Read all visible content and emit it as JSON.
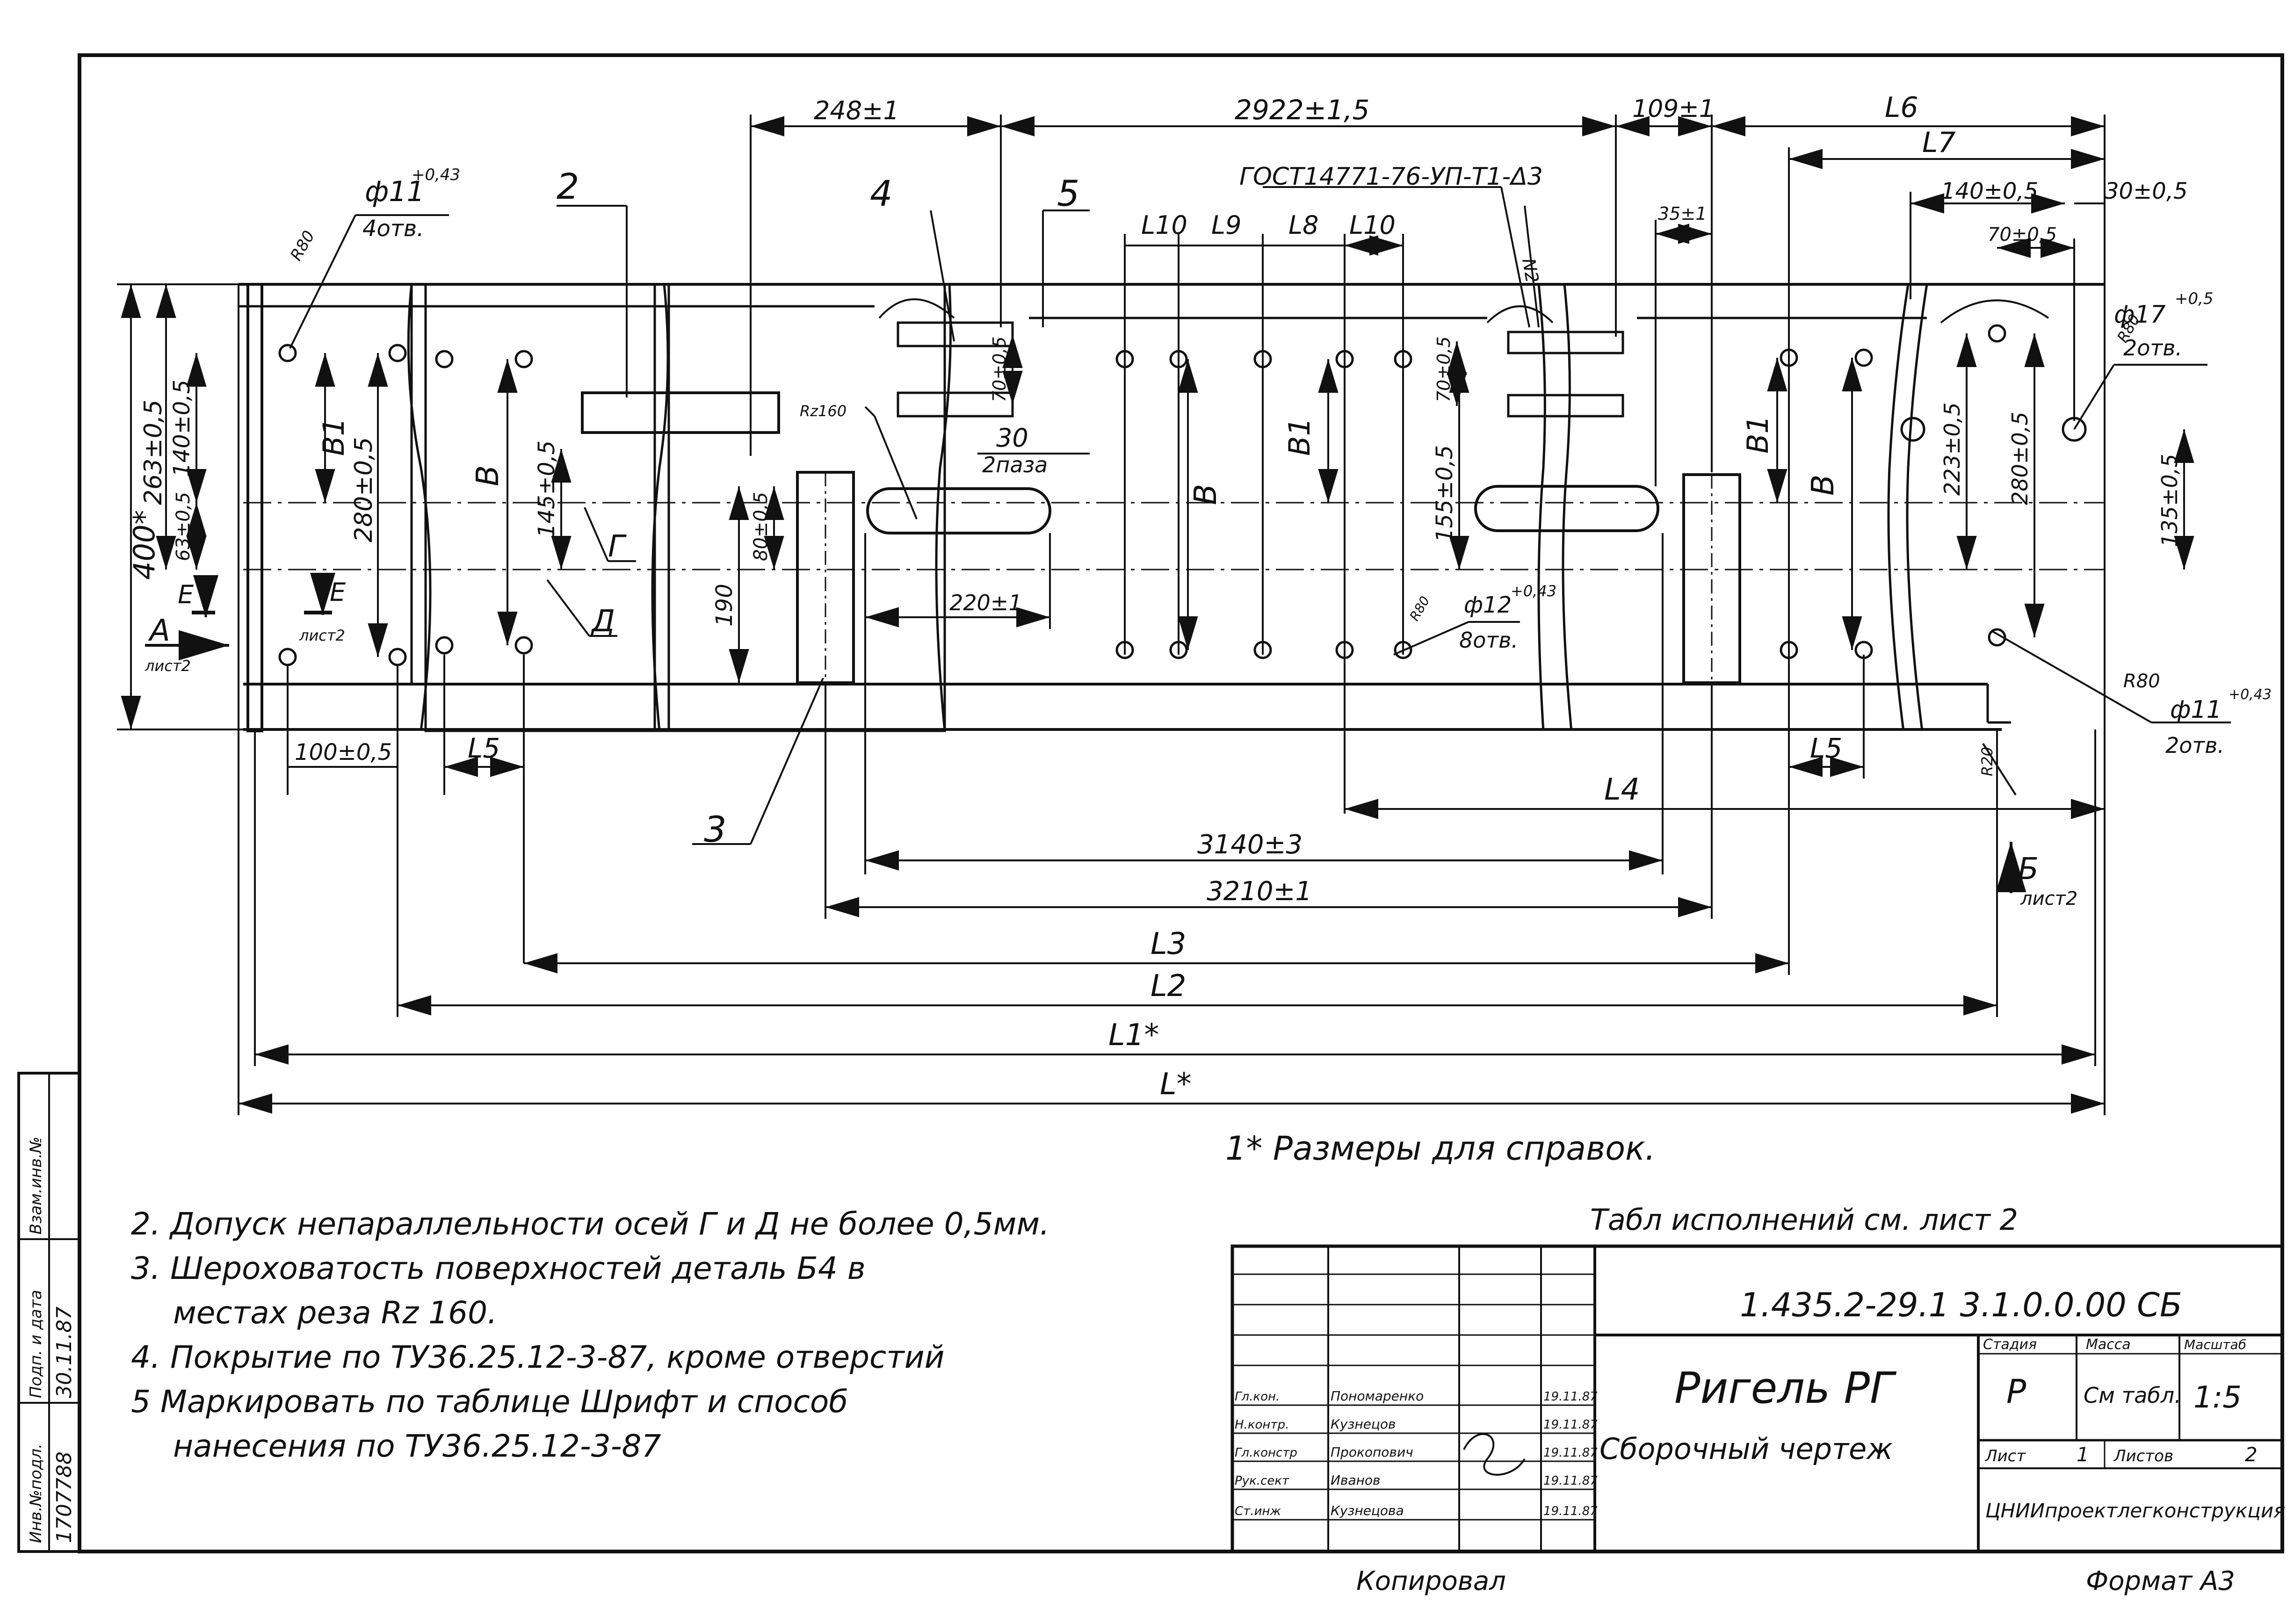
{
  "drawing": {
    "dimensions": {
      "d248": "248±1",
      "d2922": "2922±1,5",
      "d109": "109±1",
      "L6": "L6",
      "L7": "L7",
      "d140": "140±0,5",
      "d30": "30±0,5",
      "d70": "70±0,5",
      "d35": "35±1",
      "L10a": "L10",
      "L9": "L9",
      "L8": "L8",
      "L10b": "L10",
      "d400": "400*",
      "d263": "263±0,5",
      "d140v": "140±0,5",
      "d63": "63±0,5",
      "d280a": "280±0,5",
      "B1a": "B1",
      "Ba": "B",
      "d145": "145±0,5",
      "d190": "190",
      "d80": "80±0,5",
      "d70a": "70±0,5",
      "d70b": "70±0,5",
      "Bb": "B",
      "B1b": "B1",
      "d155": "155±0,5",
      "B1c": "B1",
      "Bc": "B",
      "d223": "223±0,5",
      "d280b": "280±0,5",
      "d135": "135±0,5",
      "d100": "100±0,5",
      "L5a": "L5",
      "L5b": "L5",
      "d220": "220±1",
      "L4": "L4",
      "d3140": "3140±3",
      "d3210": "3210±1",
      "L3": "L3",
      "L2": "L2",
      "L1": "L1*",
      "L": "L*",
      "r20": "R20",
      "d30slot": "30",
      "slot": "2паза"
    },
    "callouts": {
      "hole11": "ф11",
      "hole11_tol": "+0,43",
      "hole11_cnt": "4отв.",
      "r80a": "R80",
      "hole17": "ф17",
      "hole17_tol": "+0,5",
      "hole17_cnt": "2отв.",
      "r80b": "R80",
      "hole12": "ф12",
      "hole12_tol": "+0,43",
      "hole12_cnt": "8отв.",
      "r80c": "R80",
      "hole11b": "ф11",
      "hole11b_tol": "+0,43",
      "hole11b_cnt": "2отв.",
      "r80d": "R80",
      "rz": "Rz160",
      "gost": "ГОСТ14771-76-УП-Т1-Δ3",
      "weld": "N2",
      "pos2": "2",
      "pos3": "3",
      "pos4": "4",
      "pos5": "5",
      "viewA": "A",
      "viewA_sheet": "лист2",
      "viewB": "Б",
      "viewB_sheet": "лист2",
      "secE": "E",
      "secE2": "E",
      "secE_sheet": "лист2",
      "axisG": "Г",
      "axisD": "Д"
    },
    "footnote": "1* Размеры для справок.",
    "table_ref": "Табл исполнений см. лист 2"
  },
  "notes": [
    "2. Допуск непараллельности осей Г и Д не более 0,5мм.",
    "3. Шероховатость поверхностей деталь Б4 в",
    "местах реза Rz 160.",
    "4. Покрытие по ТУ36.25.12-3-87, кроме отверстий",
    "5 Маркировать по таблице Шрифт и способ",
    "нанесения  по ТУ36.25.12-3-87"
  ],
  "title_block": {
    "designation": "1.435.2-29.1  3.1.0.0.00 СБ",
    "name": "Ригель РГ",
    "doc_type": "Сборочный чертеж",
    "stage_hdr": "Стадия",
    "mass_hdr": "Масса",
    "scale_hdr": "Масштаб",
    "stage": "Р",
    "mass": "См табл.",
    "scale": "1:5",
    "sheet_lbl": "Лист",
    "sheet_no": "1",
    "sheets_lbl": "Листов",
    "sheets_no": "2",
    "org": "ЦНИИпроектлегконструкция",
    "sign_rows": [
      {
        "role": "Гл.кон. ",
        "name": "Пономаренко",
        "date": "19.11.87"
      },
      {
        "role": "Н.контр.",
        "name": "Кузнецов",
        "date": "19.11.87"
      },
      {
        "role": "Гл.констр",
        "name": "Прокопович",
        "date": "19.11.87"
      },
      {
        "role": "Рук.сект",
        "name": "Иванов",
        "date": "19.11.87"
      },
      {
        "role": "Ст.инж",
        "name": "Кузнецова",
        "date": "19.11.87"
      }
    ],
    "copied": "Копировал",
    "format": "Формат А3"
  },
  "side_stamp": {
    "inv": "Инв.№подл.",
    "inv_val": "1707788",
    "sign": "Подп. и дата",
    "sign_val": "30.11.87",
    "repl": "Взам.инв.№"
  },
  "colors": {
    "ink": "#111111",
    "paper": "#ffffff"
  }
}
